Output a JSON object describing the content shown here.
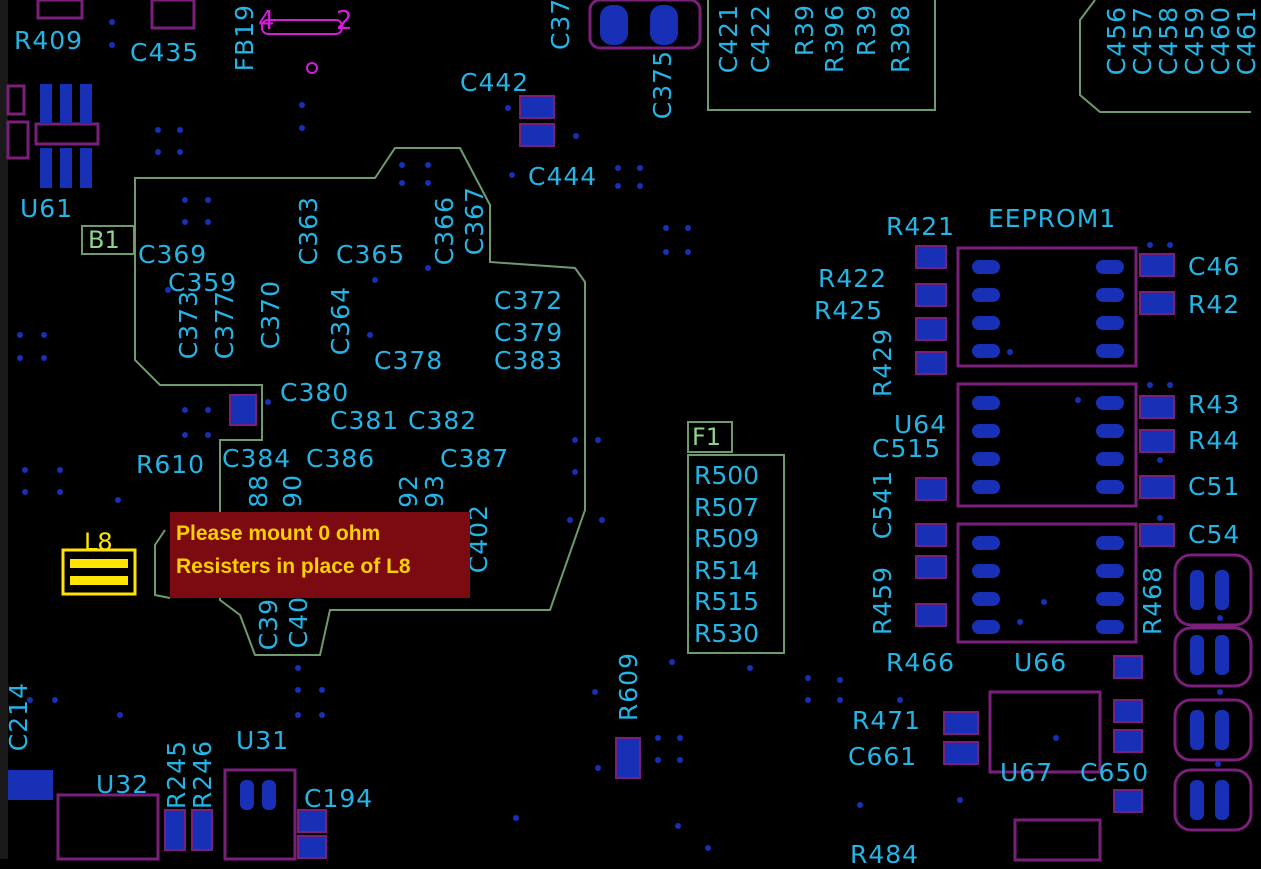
{
  "annotation": {
    "line1": "Please mount 0 ohm",
    "line2": "Resisters in place of L8"
  },
  "designators": {
    "r409": "R409",
    "c435": "C435",
    "fb19": "FB19",
    "c442": "C442",
    "c444": "C444",
    "c375": "C375",
    "c421": "C421",
    "c422": "C422",
    "r395": "R39",
    "r396": "R396",
    "r397": "R39",
    "r398": "R398",
    "u61": "U61",
    "c369": "C369",
    "c363": "C363",
    "c365": "C365",
    "c366": "C366",
    "c367": "C367",
    "c359": "C359",
    "c373": "C373",
    "c377": "C377",
    "c379b": "C379",
    "c370": "C370",
    "c364": "C364",
    "c378": "C378",
    "c372": "C372",
    "c379": "C379",
    "c383": "C383",
    "c380": "C380",
    "c381": "C381",
    "c382": "C382",
    "r610": "R610",
    "c384": "C384",
    "c386": "C386",
    "c387": "C387",
    "c388": "88",
    "c390": "90",
    "c392": "92",
    "c393": "93",
    "c402": "C402",
    "c39": "C39",
    "c40": "C40",
    "l8": "L8",
    "r609": "R609",
    "c214": "C214",
    "u32": "U32",
    "r245": "R245",
    "r246": "R246",
    "u31": "U31",
    "c194": "C194",
    "r421": "R421",
    "eeprom1": "EEPROM1",
    "r422": "R422",
    "r425": "R425",
    "r429": "R429",
    "u64": "U64",
    "c515": "C515",
    "c541": "C541",
    "r459": "R459",
    "r466": "R466",
    "u66": "U66",
    "r468": "R468",
    "r471": "R471",
    "c661": "C661",
    "u67": "U67",
    "c650": "C650",
    "r484": "R484",
    "c464": "C46",
    "r42x": "R42",
    "r43x": "R43",
    "r44x": "R44",
    "c51x": "C51",
    "c54x": "C54",
    "c456": "C456",
    "c457": "C457",
    "c458": "C458",
    "c459": "C459",
    "c460": "C460",
    "c461": "C461"
  },
  "groups": {
    "b1": "B1",
    "f1": "F1"
  },
  "pins": {
    "pin4": "4",
    "pin2": "2"
  },
  "f1_members": [
    "R500",
    "R507",
    "R509",
    "R514",
    "R515",
    "R530"
  ]
}
